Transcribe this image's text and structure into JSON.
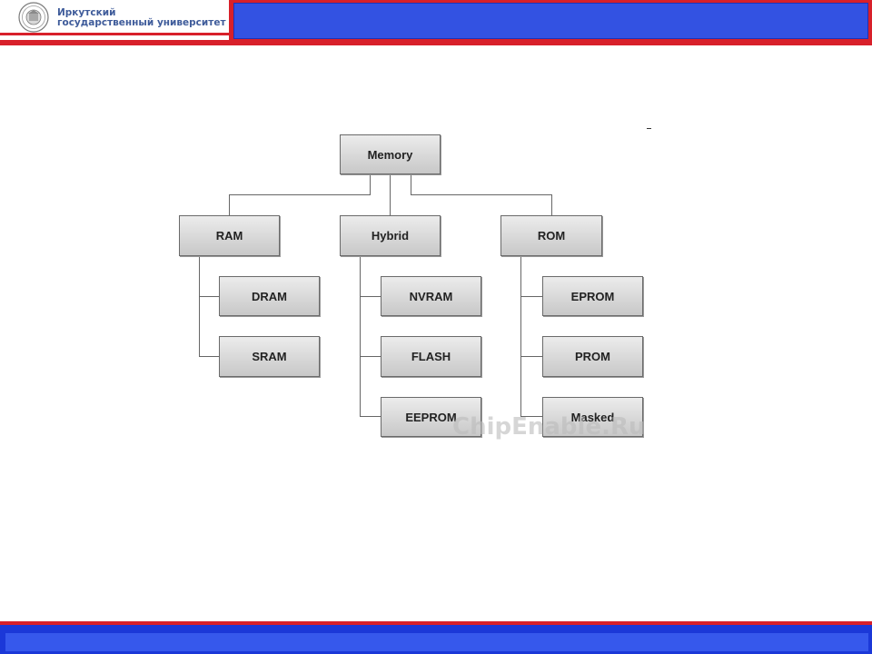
{
  "header": {
    "university_name_line1": "Иркутский",
    "university_name_line2": "государственный университет",
    "seal_icon": "university-seal-icon"
  },
  "diagram": {
    "root": "Memory",
    "branches": [
      {
        "label": "RAM",
        "children": [
          "DRAM",
          "SRAM"
        ]
      },
      {
        "label": "Hybrid",
        "children": [
          "NVRAM",
          "FLASH",
          "EEPROM"
        ]
      },
      {
        "label": "ROM",
        "children": [
          "EPROM",
          "PROM",
          "Masked"
        ]
      }
    ],
    "watermark": "ChipEnable.Ru"
  },
  "colors": {
    "header_red": "#d8202a",
    "header_blue": "#3352e2",
    "footer_blue": "#3658ec",
    "node_border": "#6a6a6a",
    "connector": "#666666"
  }
}
